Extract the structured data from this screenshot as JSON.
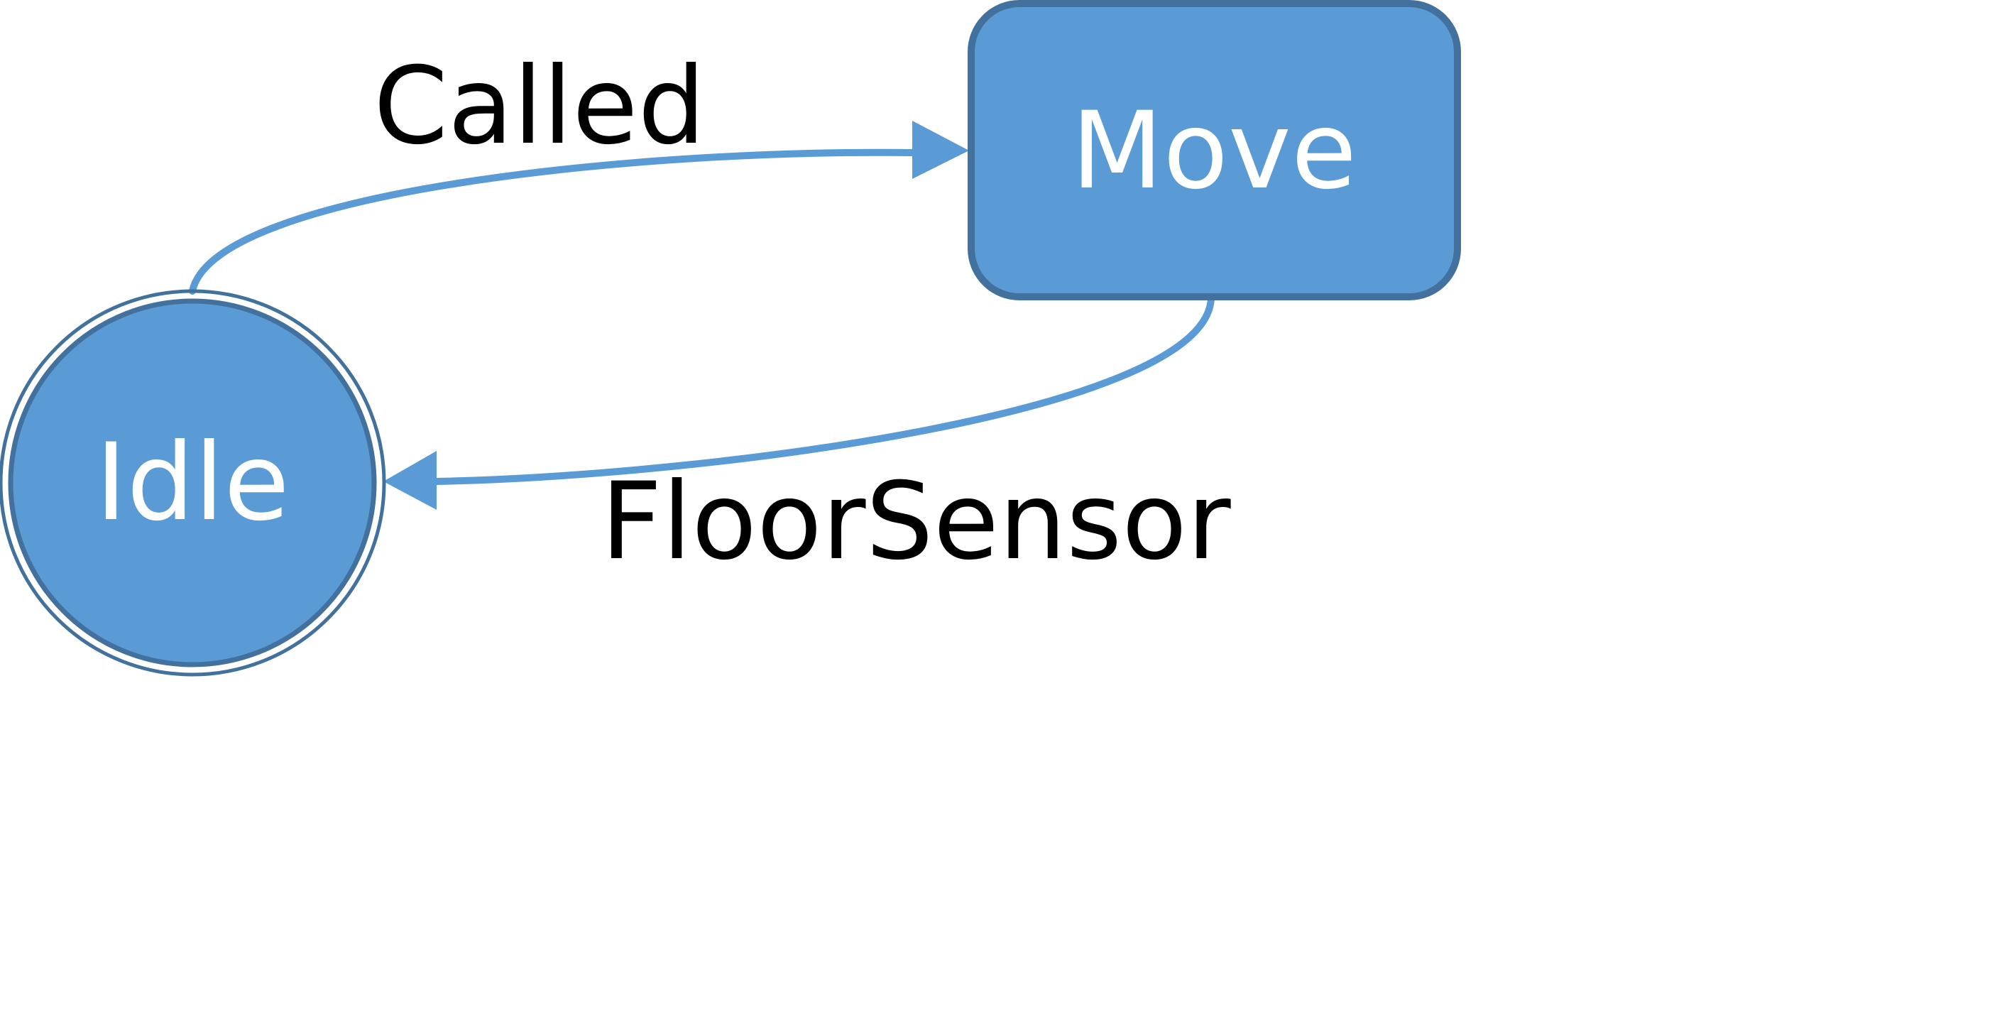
{
  "states": {
    "idle": {
      "label": "Idle",
      "shape": "double-circle",
      "fill": "#5b9bd5",
      "stroke": "#41719c"
    },
    "move": {
      "label": "Move",
      "shape": "rounded-rectangle",
      "fill": "#5b9bd5",
      "stroke": "#41719c"
    }
  },
  "transitions": {
    "called": {
      "label": "Called",
      "from": "Idle",
      "to": "Move",
      "color": "#5b9bd5"
    },
    "floor_sensor": {
      "label": "FloorSensor",
      "from": "Move",
      "to": "Idle",
      "color": "#5b9bd5"
    }
  }
}
